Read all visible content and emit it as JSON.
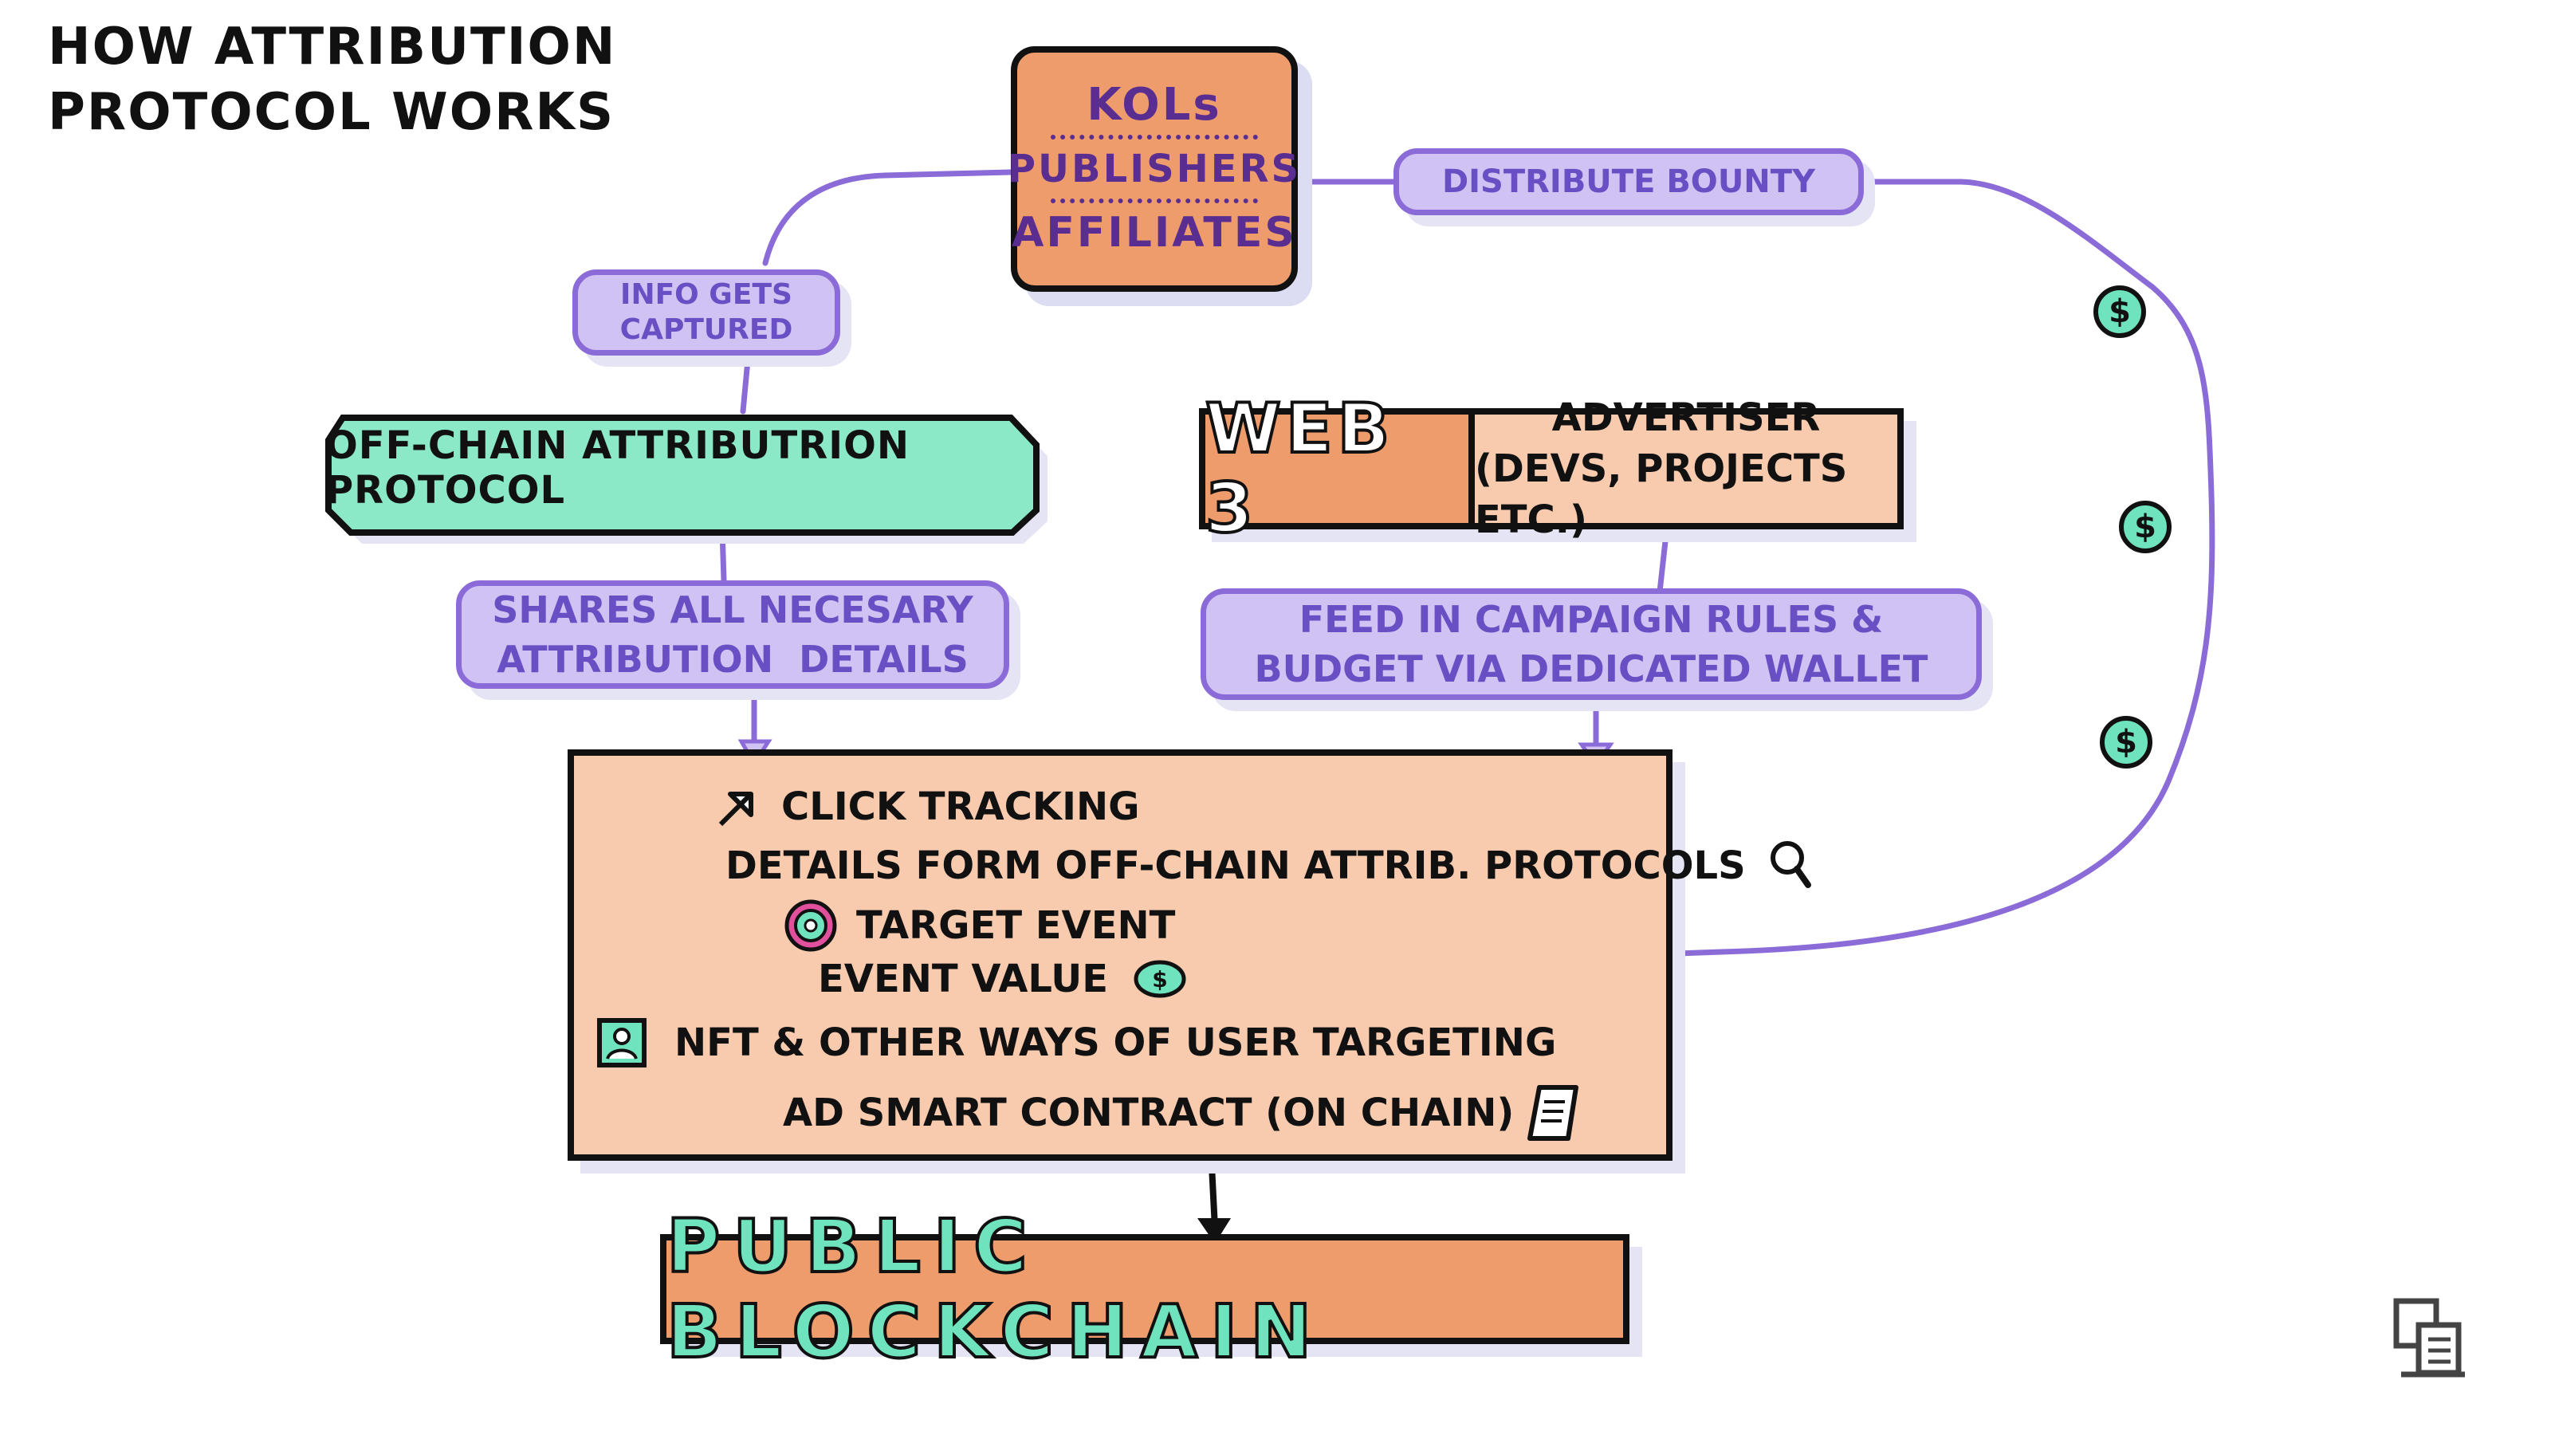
{
  "title": {
    "line1": "HOW ATTRIBUTION",
    "line2": "PROTOCOL WORKS"
  },
  "kol_box": {
    "line1": "KOLs",
    "line2": "PUBLISHERS",
    "line3": "AFFILIATES"
  },
  "labels": {
    "distribute_bounty": "DISTRIBUTE BOUNTY",
    "info_line1": "INFO GETS",
    "info_line2": "CAPTURED",
    "shares_line1": "SHARES ALL NECESARY",
    "shares_line2": "ATTRIBUTION  DETAILS",
    "feed_line1": "FEED IN CAMPAIGN RULES &",
    "feed_line2": "BUDGET VIA DEDICATED WALLET"
  },
  "offchain": {
    "label": "OFF-CHAIN ATTRIBUTRION PROTOCOL"
  },
  "web3": {
    "badge": "WEB 3",
    "line1": "ADVERTISER",
    "line2": "(DEVS, PROJECTS ETC.)"
  },
  "main_box": {
    "items": [
      {
        "text": "CLICK TRACKING",
        "icon": "cursor-arrow-icon"
      },
      {
        "text": "DETAILS FORM OFF-CHAIN ATTRIB. PROTOCOLS",
        "icon": "magnifier-icon"
      },
      {
        "text": "TARGET EVENT",
        "icon": "target-icon"
      },
      {
        "text": "EVENT VALUE",
        "icon": "coin-icon"
      },
      {
        "text": "NFT & OTHER WAYS OF USER TARGETING",
        "icon": "user-card-icon"
      },
      {
        "text": "AD SMART CONTRACT (ON CHAIN)",
        "icon": "document-icon"
      }
    ]
  },
  "blockchain": {
    "label": "PUBLIC BLOCKCHAIN"
  },
  "coins": {
    "symbol": "$"
  },
  "colors": {
    "orange": "#ef9c6d",
    "peach": "#f8cbaf",
    "lavender": "#d1c2f4",
    "purple_line": "#8b6bd8",
    "mint": "#8be9c7",
    "coin_green": "#6fe3bd",
    "text_purple": "#5a2d91"
  }
}
